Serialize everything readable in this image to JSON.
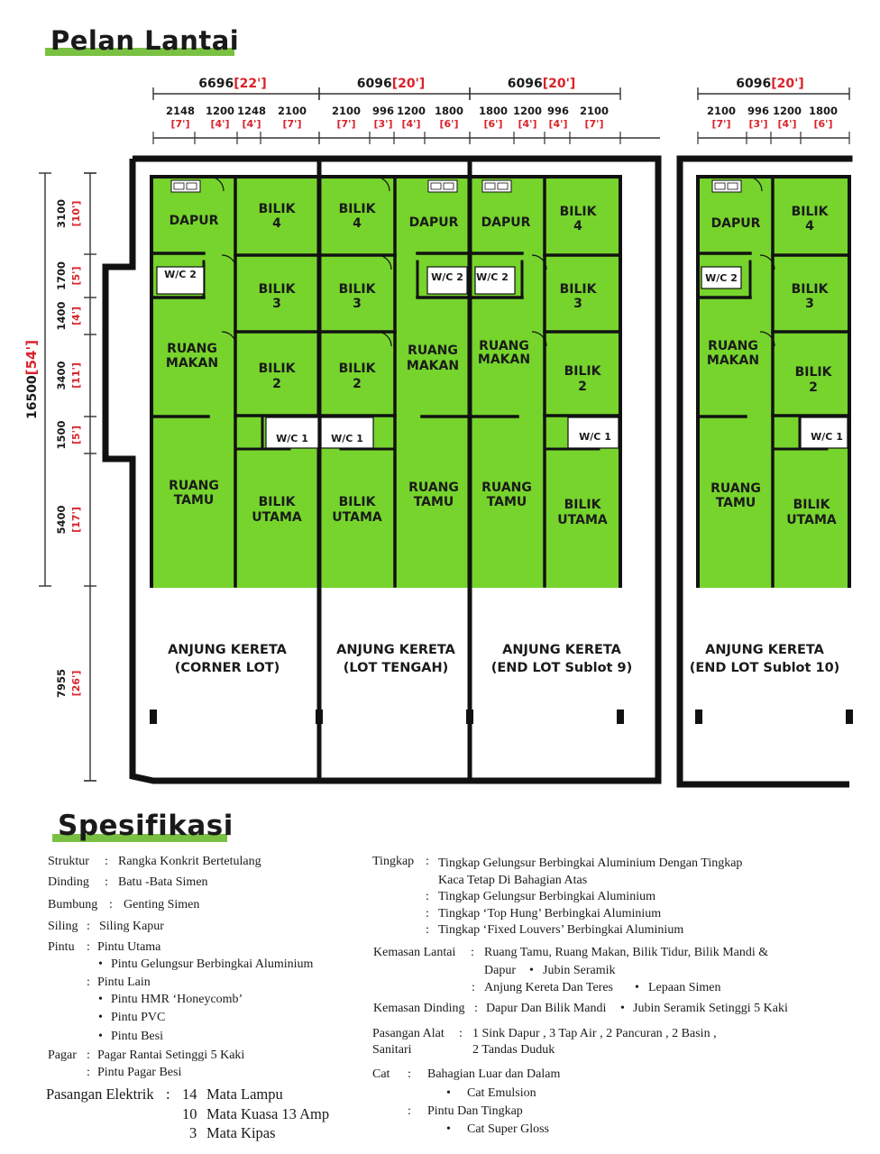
{
  "headings": {
    "floor_plan": "Pelan Lantai",
    "specs": "Spesifikasi"
  },
  "colors": {
    "room_green": "#76d42c",
    "wall": "#111111",
    "accent_bar": "#7ac143",
    "imperial_red": "#d9232a"
  },
  "top_dims": [
    {
      "mm": "6696",
      "ft": "[22']",
      "subs": [
        {
          "mm": "2148",
          "ft": "[7']"
        },
        {
          "mm": "1200",
          "ft": "[4']"
        },
        {
          "mm": "1248",
          "ft": "[4']"
        },
        {
          "mm": "2100",
          "ft": "[7']"
        }
      ]
    },
    {
      "mm": "6096",
      "ft": "[20']",
      "subs": [
        {
          "mm": "2100",
          "ft": "[7']"
        },
        {
          "mm": "996",
          "ft": "[3']"
        },
        {
          "mm": "1200",
          "ft": "[4']"
        },
        {
          "mm": "1800",
          "ft": "[6']"
        }
      ]
    },
    {
      "mm": "6096",
      "ft": "[20']",
      "subs": [
        {
          "mm": "1800",
          "ft": "[6']"
        },
        {
          "mm": "1200",
          "ft": "[4']"
        },
        {
          "mm": "996",
          "ft": "[4']"
        },
        {
          "mm": "2100",
          "ft": "[7']"
        }
      ]
    },
    {
      "mm": "6096",
      "ft": "[20']",
      "subs": [
        {
          "mm": "2100",
          "ft": "[7']"
        },
        {
          "mm": "996",
          "ft": "[3']"
        },
        {
          "mm": "1200",
          "ft": "[4']"
        },
        {
          "mm": "1800",
          "ft": "[6']"
        }
      ]
    }
  ],
  "side_dims": {
    "total_mm": "16500",
    "total_ft": "[54']",
    "items": [
      {
        "mm": "3100",
        "ft": "[10']"
      },
      {
        "mm": "1700",
        "ft": "[5']"
      },
      {
        "mm": "1400",
        "ft": "[4']"
      },
      {
        "mm": "3400",
        "ft": "[11']"
      },
      {
        "mm": "1500",
        "ft": "[5']"
      },
      {
        "mm": "5400",
        "ft": "[17']"
      },
      {
        "mm": "7955",
        "ft": "[26']"
      }
    ]
  },
  "rooms": {
    "dapur": "DAPUR",
    "bilik": "BILIK",
    "ruang": "RUANG",
    "makan": "MAKAN",
    "tamu": "TAMU",
    "utama": "UTAMA",
    "wc1": "W/C 1",
    "wc2": "W/C 2",
    "n2": "2",
    "n3": "3",
    "n4": "4"
  },
  "carports": [
    {
      "line1": "ANJUNG KERETA",
      "line2": "(CORNER LOT)"
    },
    {
      "line1": "ANJUNG KERETA",
      "line2": "(LOT TENGAH)"
    },
    {
      "line1": "ANJUNG KERETA",
      "line2": "(END LOT Sublot 9)"
    },
    {
      "line1": "ANJUNG KERETA",
      "line2": "(END LOT Sublot 10)"
    }
  ],
  "specs": {
    "left": [
      {
        "label": "Struktur",
        "sep": ":",
        "value": "Rangka Konkrit Bertetulang"
      },
      {
        "label": "Dinding",
        "sep": ":",
        "value": "Batu -Bata Simen"
      },
      {
        "label": "Bumbung",
        "sep": ":",
        "value": "Genting Simen"
      },
      {
        "label": "Siling",
        "sep": ":",
        "value": "Siling Kapur"
      },
      {
        "label": "Pintu",
        "sep": ":",
        "value": "Pintu Utama"
      },
      {
        "bullet": "•",
        "value": "Pintu Gelungsur Berbingkai Aluminium"
      },
      {
        "sep": ":",
        "value": "Pintu Lain"
      },
      {
        "bullet": "•",
        "value": "Pintu HMR ‘Honeycomb’"
      },
      {
        "bullet": "•",
        "value": "Pintu PVC"
      },
      {
        "bullet": "•",
        "value": "Pintu Besi"
      },
      {
        "label": "Pagar",
        "sep": ":",
        "value": "Pagar Rantai Setinggi 5 Kaki"
      },
      {
        "sep": ":",
        "value": "Pintu Pagar Besi"
      }
    ],
    "electrical": {
      "label": "Pasangan Elektrik",
      "sep": ":",
      "rows": [
        {
          "qty": "14",
          "item": "Mata Lampu"
        },
        {
          "qty": "10",
          "item": "Mata Kuasa 13 Amp"
        },
        {
          "qty": "3",
          "item": "Mata Kipas"
        }
      ]
    },
    "right": {
      "tingkap_label": "Tingkap",
      "tingkap": [
        "Tingkap Gelungsur Berbingkai Aluminium Dengan Tingkap",
        "Kaca Tetap Di Bahagian Atas",
        "Tingkap Gelungsur Berbingkai Aluminium",
        "Tingkap ‘Top Hung’ Berbingkai Aluminium",
        "Tingkap ‘Fixed Louvers’ Berbingkai Aluminium"
      ],
      "lantai_label": "Kemasan Lantai",
      "lantai": [
        "Ruang Tamu, Ruang Makan, Bilik Tidur, Bilik Mandi &",
        "Dapur",
        "Jubin Seramik",
        "Anjung Kereta Dan Teres",
        "Lepaan Simen"
      ],
      "dinding_label": "Kemasan Dinding",
      "dinding": [
        "Dapur Dan Bilik Mandi",
        "Jubin Seramik Setinggi 5 Kaki"
      ],
      "sanitari_label1": "Pasangan Alat",
      "sanitari_label2": "Sanitari",
      "sanitari": [
        "1  Sink Dapur , 3 Tap Air , 2 Pancuran , 2 Basin ,",
        "2 Tandas Duduk"
      ],
      "cat_label": "Cat",
      "cat": [
        "Bahagian Luar dan Dalam",
        "Cat Emulsion",
        "Pintu Dan Tingkap",
        "Cat Super Gloss"
      ]
    }
  }
}
